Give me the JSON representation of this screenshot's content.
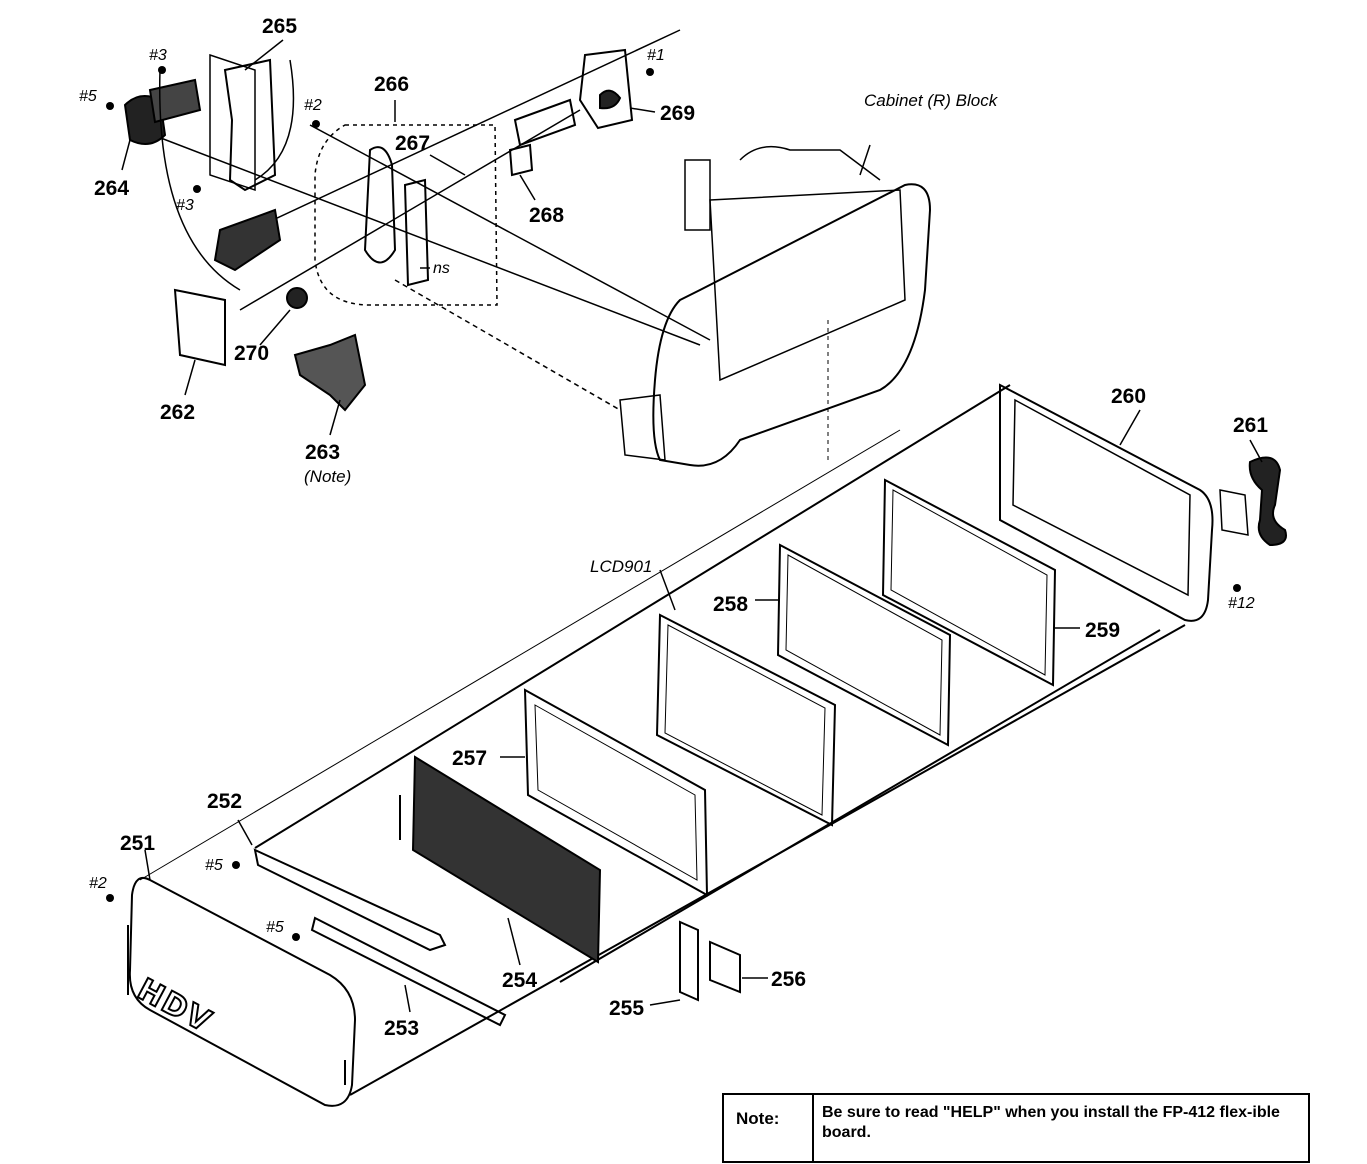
{
  "header": {
    "block_label": "Cabinet (R) Block"
  },
  "part_labels": {
    "p251": "251",
    "p252": "252",
    "p253": "253",
    "p254": "254",
    "p255": "255",
    "p256": "256",
    "p257": "257",
    "p258": "258",
    "p259": "259",
    "p260": "260",
    "p261": "261",
    "p262": "262",
    "p263": "263",
    "p264": "264",
    "p265": "265",
    "p266": "266",
    "p267": "267",
    "p268": "268",
    "p269": "269",
    "p270": "270",
    "lcd": "LCD901",
    "note_ref": "(Note)",
    "ns": "ns"
  },
  "screw_labels": {
    "s1": "#1",
    "s2a": "#2",
    "s2b": "#2",
    "s3a": "#3",
    "s3b": "#3",
    "s5a": "#5",
    "s5b": "#5",
    "s5c": "#5",
    "s12": "#12"
  },
  "panel_logo": "HDV",
  "note": {
    "heading": "Note:",
    "text": "Be sure to read \"HELP\" when you install the FP-412 flex-ible board."
  },
  "colors": {
    "ink": "#000000",
    "paper": "#ffffff",
    "shade": "#333333"
  }
}
